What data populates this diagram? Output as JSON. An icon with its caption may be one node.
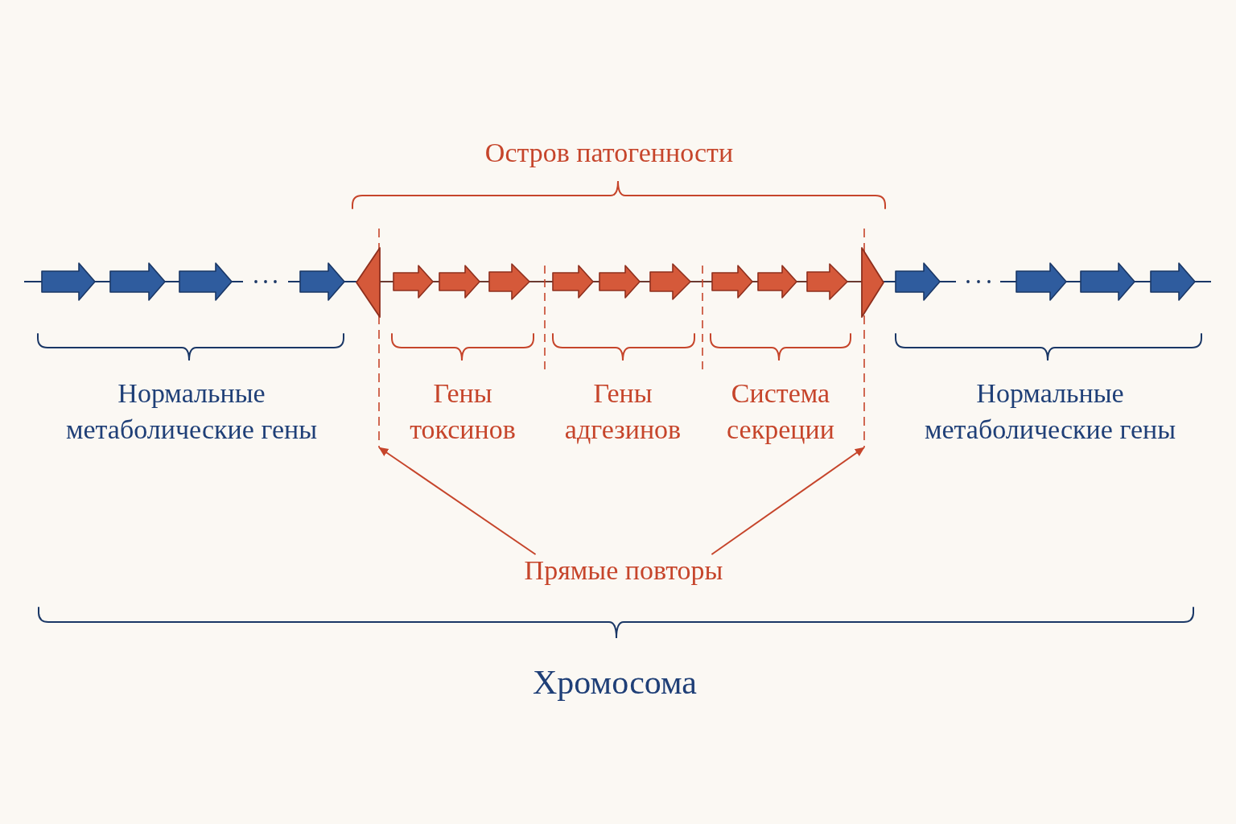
{
  "diagram": {
    "nodes": [
      {
        "text": [],
        "shape": "triangle"
      },
      {
        "text": [],
        "shape": "triangle"
      },
      {
        "text": [
          "Прямые повторы"
        ]
      }
    ],
    "edges": [
      {
        "from": 2,
        "to": 0,
        "arrow": "to"
      },
      {
        "from": 2,
        "to": 1,
        "arrow": "to"
      }
    ],
    "labels": [
      "Остров патогенности",
      "Нормальные метаболические гены",
      "Гены токсинов",
      "Гены адгезинов",
      "Система секреции",
      "Нормальные метаболические гены",
      "Хромосома"
    ]
  }
}
